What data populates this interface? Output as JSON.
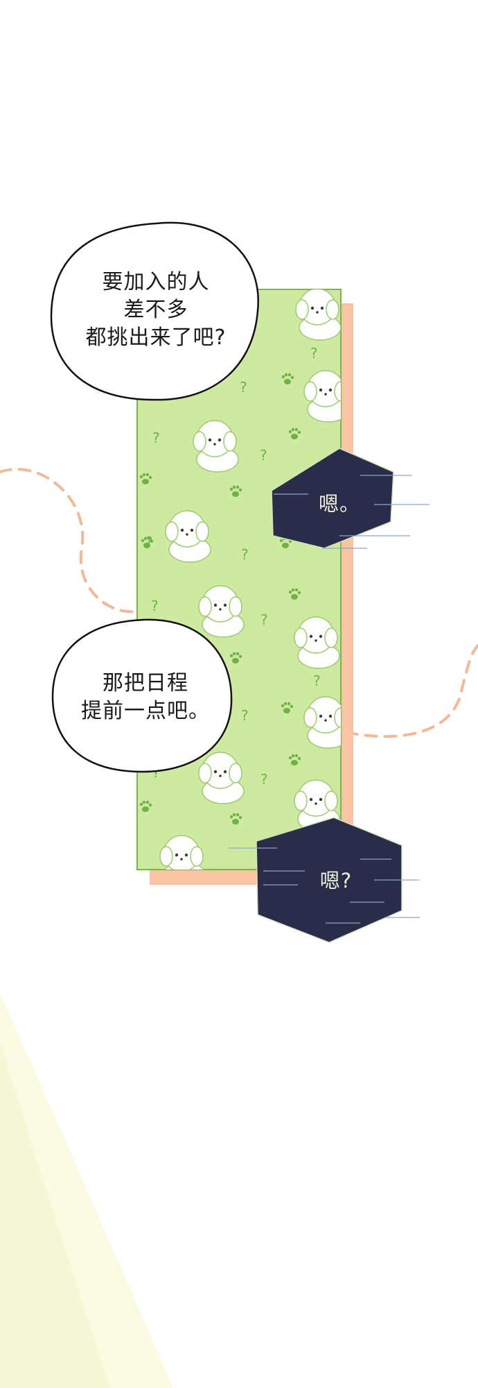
{
  "panel": {
    "dialogue_1": "要加入的人\n差不多\n都挑出来了吧?",
    "reply_1": "嗯。",
    "dialogue_2": "那把日程\n提前一点吧。",
    "reply_2": "嗯?"
  },
  "colors": {
    "background": "#ffffff",
    "pattern_green": "#cdeaa0",
    "pattern_border": "#7ab54a",
    "paw_green": "#6fb245",
    "peach_shadow": "#f9c3a4",
    "dashed_line": "#f4b896",
    "hex_bubble": "#2b2b4a",
    "hex_text": "#eef2da"
  },
  "icons": [
    "puppy-icon",
    "paw-icon",
    "question-mark-icon"
  ]
}
